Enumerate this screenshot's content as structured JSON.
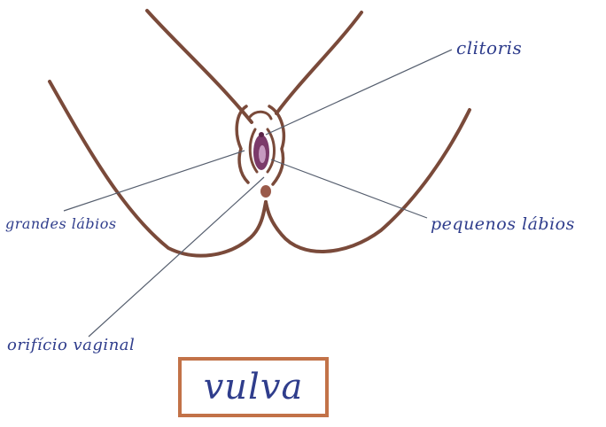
{
  "labels": {
    "clitoris": "clitoris",
    "grandes_labios": "grandes lábios",
    "pequenos_labios": "pequenos lábios",
    "orificio_vaginal": "orifício vaginal"
  },
  "title": "vulva",
  "colors": {
    "body_outline": "#7a4a3a",
    "label_ink": "#2f3d8c",
    "leader_line": "#555e6e",
    "title_border": "#c27248",
    "inner_fill": "#7b3a6a",
    "highlight": "#c69ac0"
  }
}
